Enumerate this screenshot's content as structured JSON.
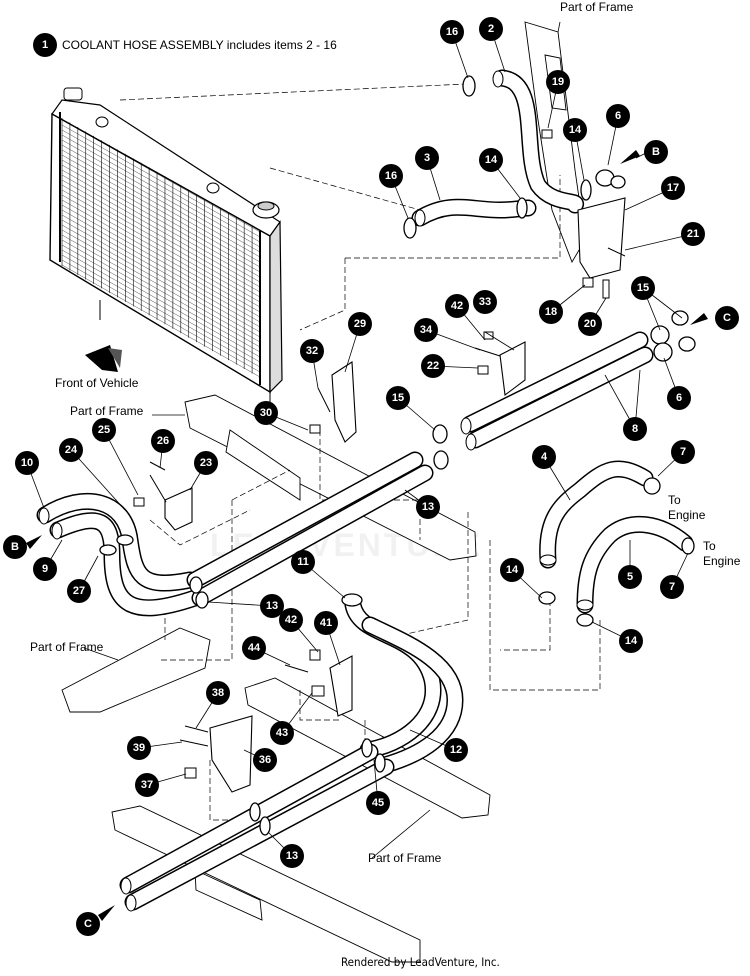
{
  "assembly_note": "COOLANT HOSE ASSEMBLY includes items 2 - 16",
  "assembly_item": "1",
  "labels": {
    "frame_top": "Part of Frame",
    "frame_left_upper": "Part of Frame",
    "frame_left_lower": "Part of Frame",
    "frame_bottom": "Part of Frame",
    "front_vehicle": "Front of Vehicle",
    "to_engine_1": "To\nEngine",
    "to_engine_2": "To\nEngine"
  },
  "connectors": {
    "b_top": "B",
    "b_left": "B",
    "c_right": "C",
    "c_bottom": "C"
  },
  "watermark": "LEADVENTURE",
  "credit": "Rendered by LeadVenture, Inc.",
  "callouts": {
    "c2": "2",
    "c3": "3",
    "c4": "4",
    "c5": "5",
    "c6a": "6",
    "c6b": "6",
    "c7a": "7",
    "c7b": "7",
    "c8": "8",
    "c9": "9",
    "c10": "10",
    "c11": "11",
    "c12": "12",
    "c13a": "13",
    "c13b": "13",
    "c13c": "13",
    "c14a": "14",
    "c14b": "14",
    "c14c": "14",
    "c14d": "14",
    "c15a": "15",
    "c15b": "15",
    "c16a": "16",
    "c16b": "16",
    "c17": "17",
    "c18": "18",
    "c19": "19",
    "c20": "20",
    "c21": "21",
    "c22": "22",
    "c23": "23",
    "c24": "24",
    "c25": "25",
    "c26": "26",
    "c27": "27",
    "c29": "29",
    "c30": "30",
    "c32": "32",
    "c33": "33",
    "c34": "34",
    "c36": "36",
    "c37": "37",
    "c38": "38",
    "c39": "39",
    "c41": "41",
    "c42a": "42",
    "c42b": "42",
    "c43": "43",
    "c44": "44",
    "c45": "45"
  },
  "colors": {
    "ink": "#000000",
    "paper": "#ffffff",
    "shade": "#e6e6e6"
  }
}
